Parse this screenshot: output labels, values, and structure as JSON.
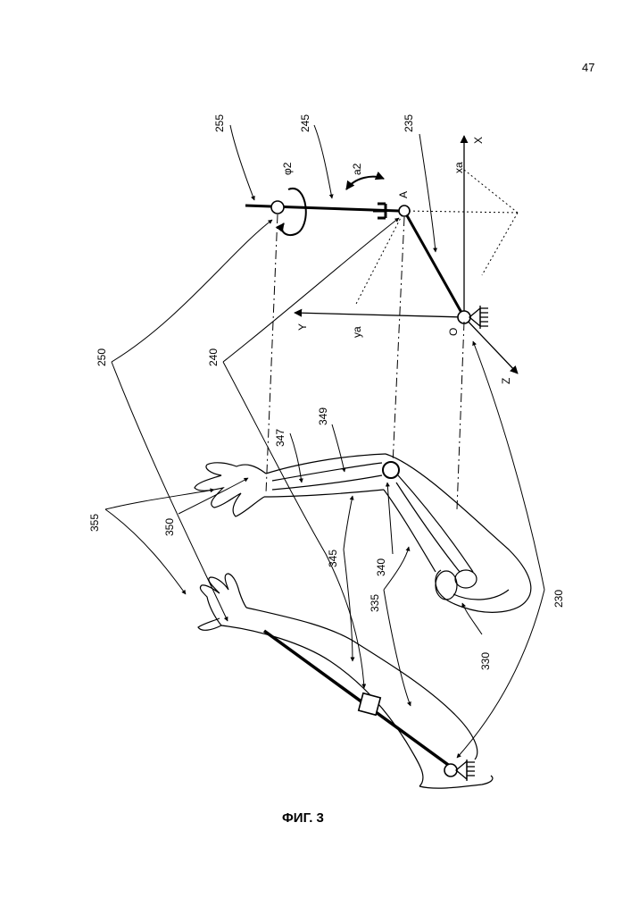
{
  "page_number": "47",
  "caption": "ФИГ. 3",
  "labels": {
    "r255": "255",
    "r245": "245",
    "r235": "235",
    "r250": "250",
    "r240": "240",
    "r349": "349",
    "r347": "347",
    "r350": "350",
    "r355": "355",
    "r345": "345",
    "r340": "340",
    "r335": "335",
    "r330": "330",
    "r230": "230"
  },
  "axes": {
    "x": "X",
    "y": "Y",
    "z": "Z",
    "o": "O",
    "a": "A",
    "xa": "xa",
    "ya": "ya"
  },
  "symbols": {
    "phi2": "φ2",
    "a2": "a2"
  }
}
